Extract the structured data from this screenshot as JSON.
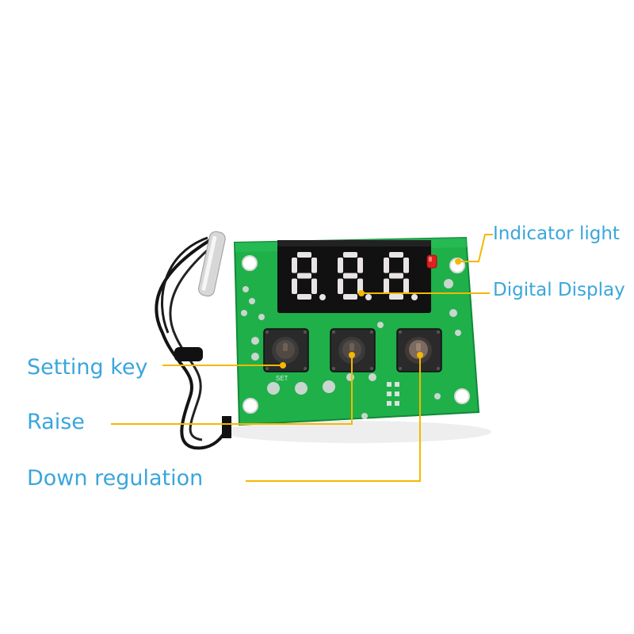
{
  "labels": {
    "indicator_light": "Indicator light",
    "digital_display": "Digital Display",
    "setting_key": "Setting key",
    "raise": "Raise",
    "down_regulation": "Down regulation"
  },
  "display": {
    "digits": [
      "8.",
      "8.",
      "8."
    ]
  },
  "board": {
    "silkscreen_set": "SET"
  },
  "colors": {
    "label_text": "#3aa6dc",
    "leader_line": "#f5b800",
    "pcb_green": "#1fb04a",
    "segment_off": "#e9e4e4",
    "display_body": "#111111",
    "led_red": "#e02020"
  }
}
